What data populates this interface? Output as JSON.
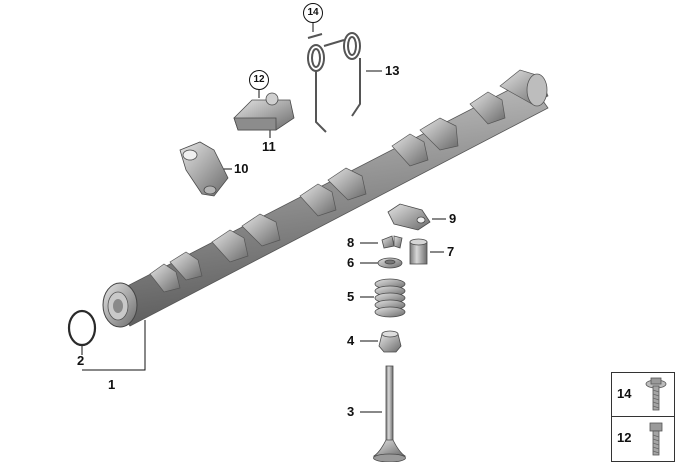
{
  "callouts": {
    "c1": "1",
    "c2": "2",
    "c3": "3",
    "c4": "4",
    "c5": "5",
    "c6": "6",
    "c7": "7",
    "c8": "8",
    "c9": "9",
    "c10": "10",
    "c11": "11",
    "c12": "12",
    "c13": "13",
    "c14": "14"
  },
  "legend": {
    "top_label": "14",
    "bottom_label": "12"
  }
}
